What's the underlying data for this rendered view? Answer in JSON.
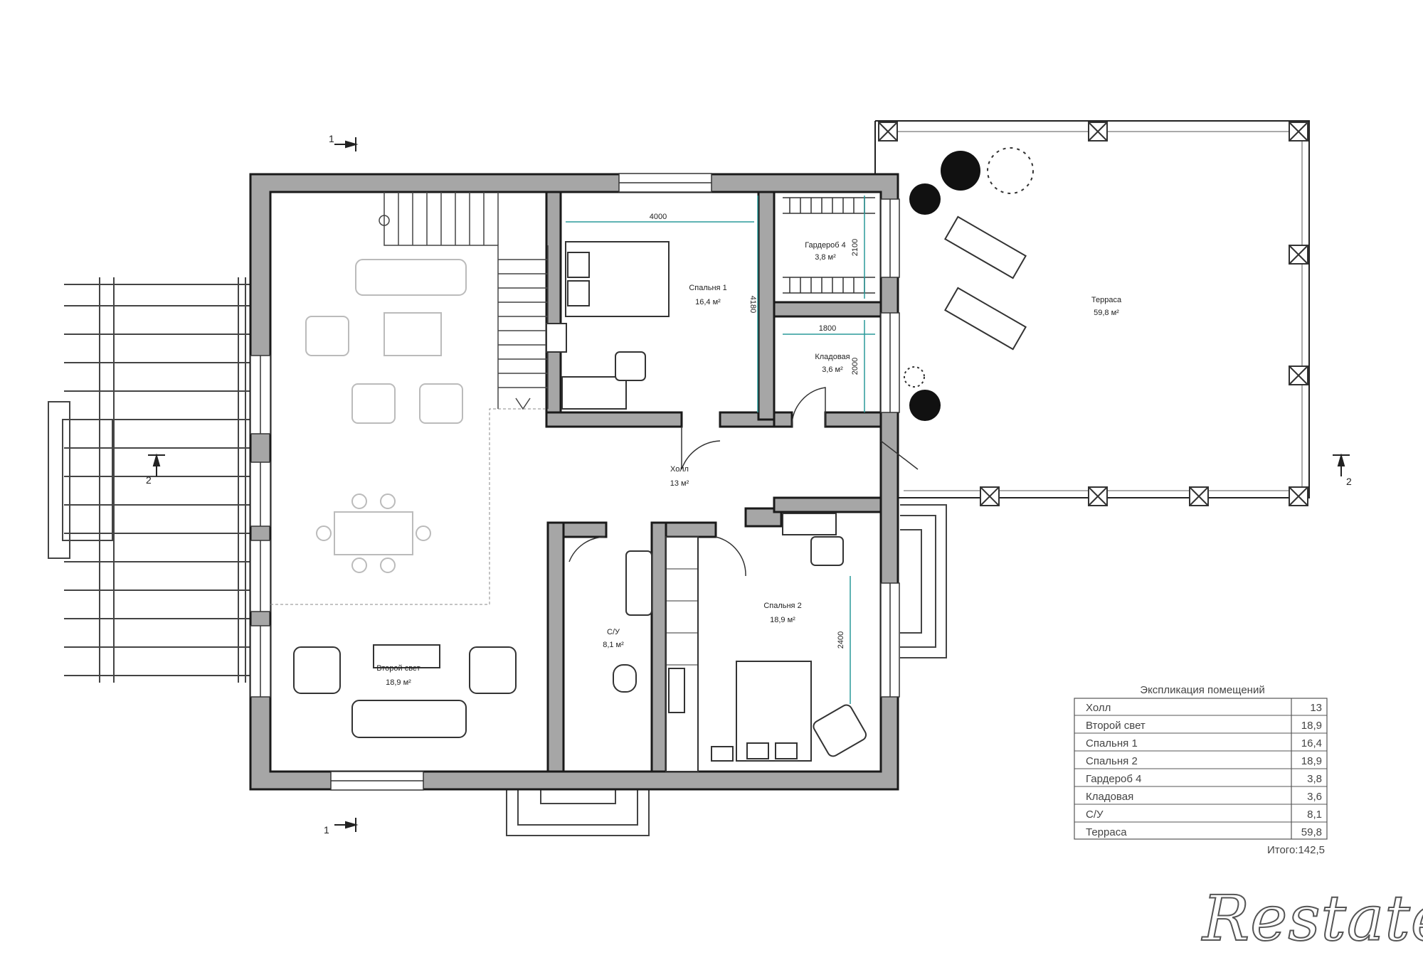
{
  "rooms": {
    "hall": {
      "name": "Холл",
      "area": "13 м²"
    },
    "bedroom1": {
      "name": "Спальня 1",
      "area": "16,4 м²"
    },
    "wardrobe4": {
      "name": "Гардероб 4",
      "area": "3,8 м²"
    },
    "pantry": {
      "name": "Кладовая",
      "area": "3,6 м²"
    },
    "terrace": {
      "name": "Терраса",
      "area": "59,8 м²"
    },
    "bathroom": {
      "name": "С/У",
      "area": "8,1 м²"
    },
    "bedroom2": {
      "name": "Спальня 2",
      "area": "18,9 м²"
    },
    "second_light": {
      "name": "Второй свет",
      "area": "18,9 м²"
    }
  },
  "dimensions": {
    "bed1_width": "4000",
    "bed1_height": "4180",
    "wardrobe_h": "2100",
    "pantry_w": "1800",
    "pantry_h": "2000",
    "bed2_h": "2400"
  },
  "section_marks": {
    "top_left": "1",
    "bottom_left": "1",
    "left": "2",
    "right": "2"
  },
  "explication": {
    "title": "Экспликация помещений",
    "rows": [
      {
        "name": "Холл",
        "value": "13"
      },
      {
        "name": "Второй свет",
        "value": "18,9"
      },
      {
        "name": "Спальня 1",
        "value": "16,4"
      },
      {
        "name": "Спальня 2",
        "value": "18,9"
      },
      {
        "name": "Гардероб 4",
        "value": "3,8"
      },
      {
        "name": "Кладовая",
        "value": "3,6"
      },
      {
        "name": "С/У",
        "value": "8,1"
      },
      {
        "name": "Терраса",
        "value": "59,8"
      }
    ],
    "total": "Итого:142,5"
  },
  "logo": "Restate",
  "colors": {
    "wall": "#a6a6a6",
    "dimension": "#2a9a9a",
    "line": "#1a1a1a"
  }
}
